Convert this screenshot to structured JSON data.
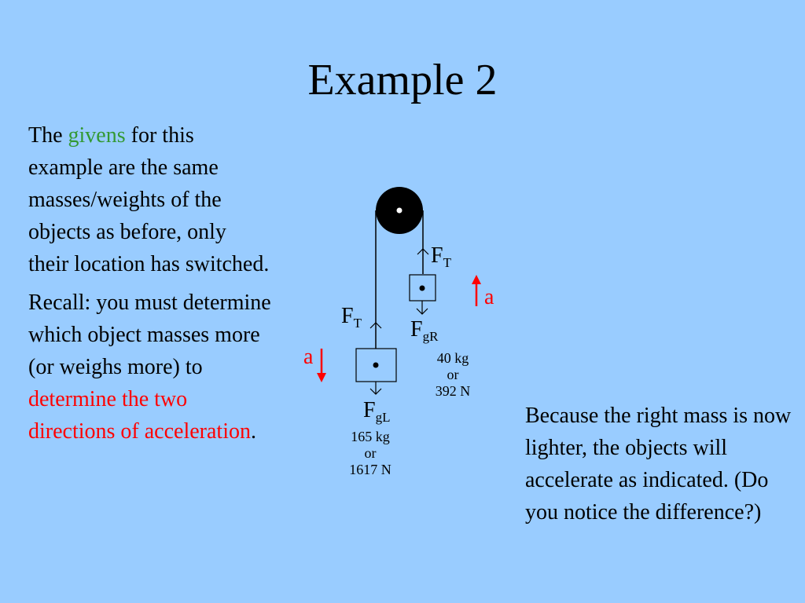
{
  "slide": {
    "title": "Example 2",
    "left_paragraph_1": {
      "part1": "The ",
      "highlight": "givens",
      "part2": " for this example are the same masses/weights of the objects as before, only their location has switched."
    },
    "left_paragraph_2": {
      "part1": "Recall: you must determine which object masses more (or weighs more) to ",
      "highlight": "determine the two directions of acceleration",
      "part2": "."
    },
    "right_paragraph": "Because the right mass is now lighter, the objects will accelerate as indicated. (Do you notice the difference?)"
  },
  "diagram": {
    "tension_left": {
      "base": "F",
      "sub": "T"
    },
    "tension_right": {
      "base": "F",
      "sub": "T"
    },
    "gravity_left": {
      "base": "F",
      "sub": "gL"
    },
    "gravity_right": {
      "base": "F",
      "sub": "gR"
    },
    "left_mass": {
      "kg": "165 kg",
      "or": "or",
      "newton": "1617 N"
    },
    "right_mass": {
      "kg": "40 kg",
      "or": "or",
      "newton": "392 N"
    },
    "accel_left": "a",
    "accel_right": "a"
  },
  "colors": {
    "background": "#99ccff",
    "highlight_green": "#339933",
    "highlight_red": "#ff0000"
  }
}
